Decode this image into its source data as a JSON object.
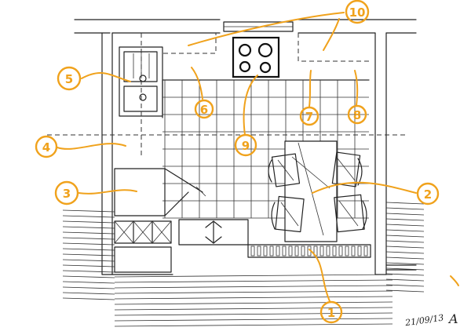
{
  "colors": {
    "ink": "#222222",
    "accent": "#F0A21C"
  },
  "callouts": [
    {
      "number": "1"
    },
    {
      "number": "2"
    },
    {
      "number": "3"
    },
    {
      "number": "4"
    },
    {
      "number": "5"
    },
    {
      "number": "6"
    },
    {
      "number": "7"
    },
    {
      "number": "8"
    },
    {
      "number": "9"
    },
    {
      "number": "10"
    }
  ],
  "date": "21/09/13",
  "signature_text": "A"
}
